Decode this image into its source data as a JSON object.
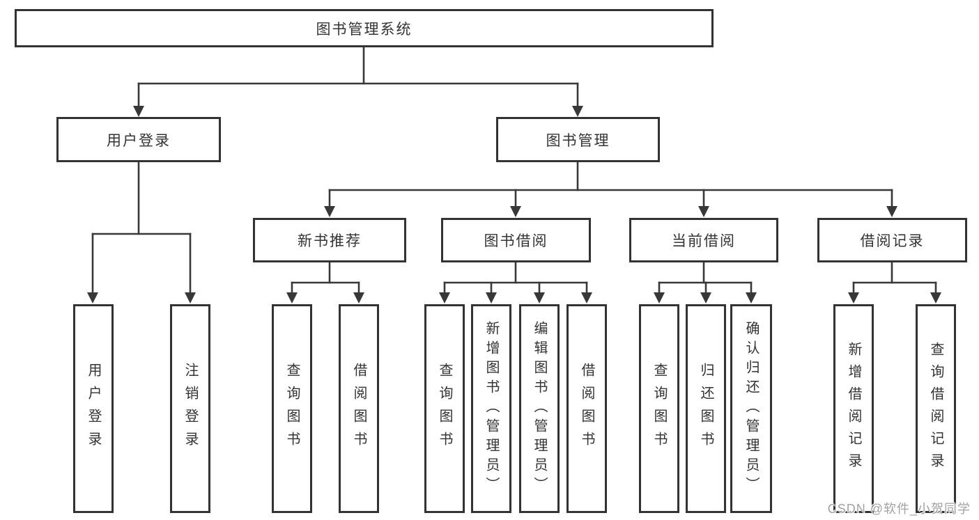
{
  "tree": {
    "root": "图书管理系统",
    "login": {
      "label": "用户登录",
      "children": [
        "用户登录",
        "注销登录"
      ]
    },
    "management": {
      "label": "图书管理",
      "sections": [
        {
          "label": "新书推荐",
          "children": [
            "查询图书",
            "借阅图书"
          ]
        },
        {
          "label": "图书借阅",
          "children": [
            "查询图书",
            "新增图书（管理员）",
            "编辑图书（管理员）",
            "借阅图书"
          ]
        },
        {
          "label": "当前借阅",
          "children": [
            "查询图书",
            "归还图书",
            "确认归还（管理员）"
          ]
        },
        {
          "label": "借阅记录",
          "children": [
            "新增借阅记录",
            "查询借阅记录"
          ]
        }
      ]
    }
  },
  "watermark": "CSDN @软件_小贺同学",
  "colors": {
    "line": "#383838",
    "box_border": "#333333",
    "watermark": "#a2a2a2"
  }
}
